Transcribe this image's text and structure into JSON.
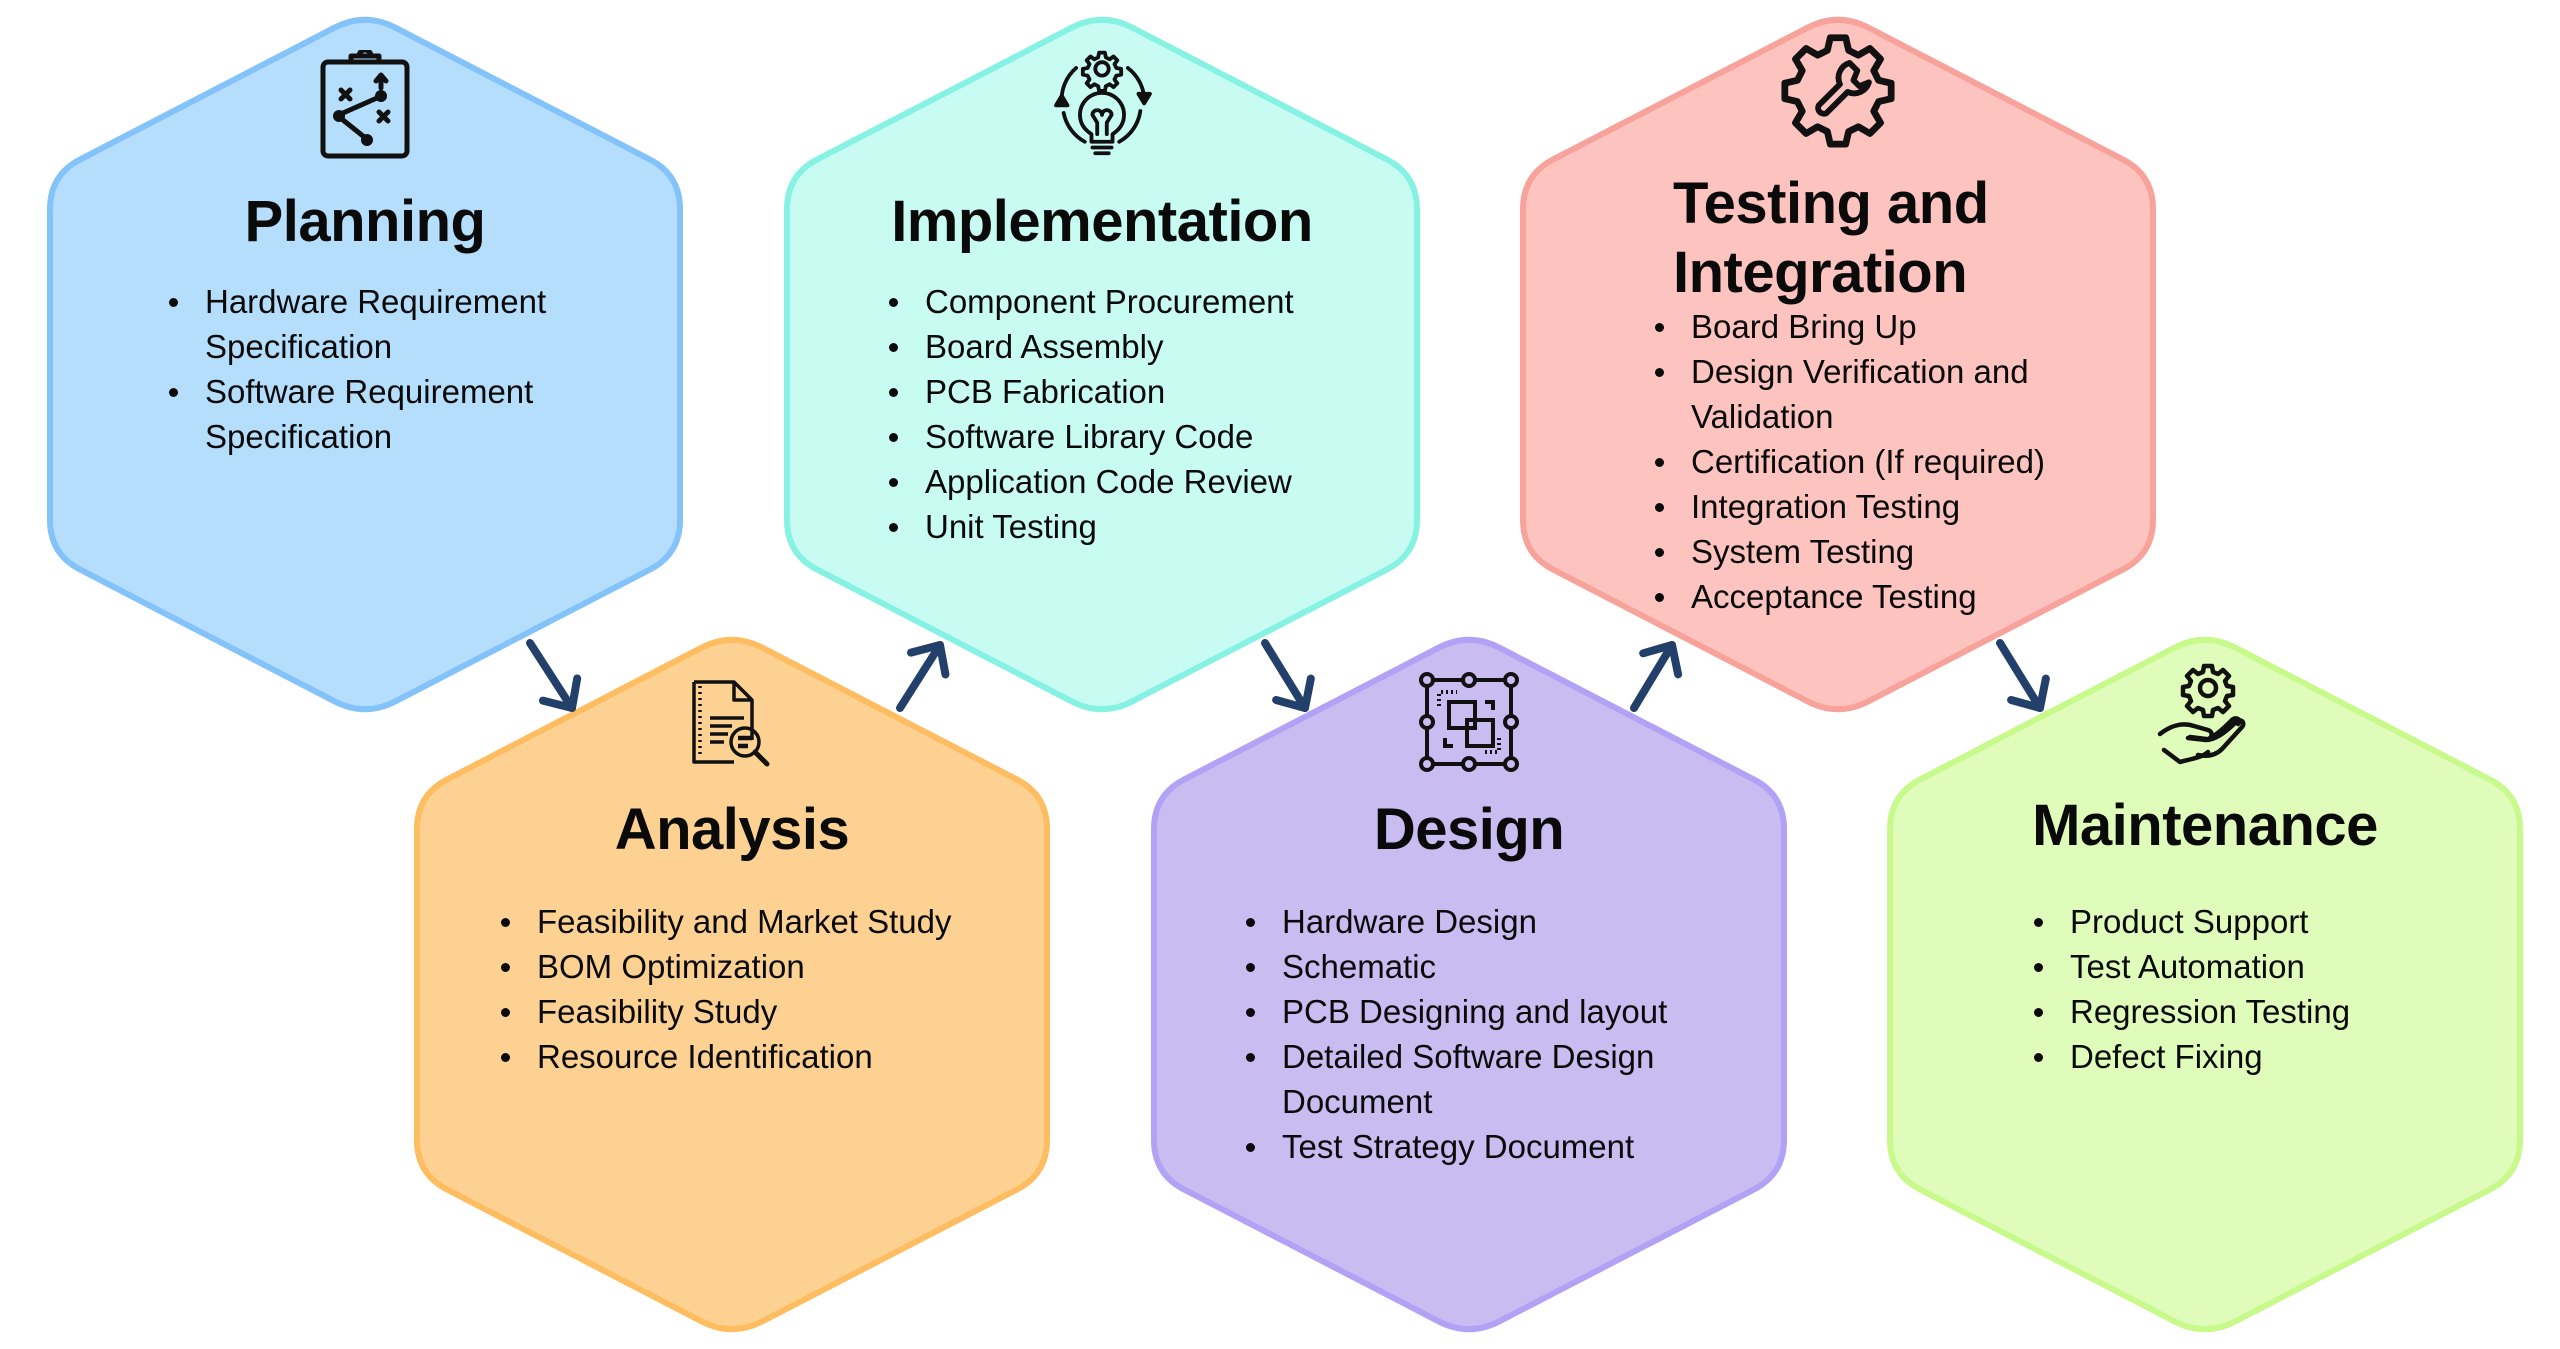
{
  "diagram": {
    "type": "hexagon process flow",
    "arrow_color": "#23406b",
    "stages": [
      {
        "id": "planning",
        "title": "Planning",
        "icon": "clipboard-strategy-icon",
        "fill": "#b5ddfc",
        "stroke": "#84c3fa",
        "items": [
          "Hardware Requirement Specification",
          "Software Requirement Specification"
        ]
      },
      {
        "id": "analysis",
        "title": "Analysis",
        "icon": "document-search-icon",
        "fill": "#fcd192",
        "stroke": "#fdbd60",
        "items": [
          "Feasibility and Market Study",
          "BOM Optimization",
          "Feasibility Study",
          "Resource Identification"
        ]
      },
      {
        "id": "implementation",
        "title": "Implementation",
        "icon": "gear-lightbulb-cycle-icon",
        "fill": "#c8fcf3",
        "stroke": "#86f2e4",
        "items": [
          "Component Procurement",
          "Board Assembly",
          "PCB Fabrication",
          "Software Library Code",
          "Application Code Review",
          "Unit Testing"
        ]
      },
      {
        "id": "design",
        "title": "Design",
        "icon": "design-frame-icon",
        "fill": "#c8bcf1",
        "stroke": "#b2a2f6",
        "items": [
          "Hardware Design",
          "Schematic",
          "PCB Designing and layout",
          "Detailed Software Design Document",
          "Test Strategy Document"
        ]
      },
      {
        "id": "testing",
        "title_line1": "Testing and",
        "title_line2": "Integration",
        "icon": "gear-wrench-icon",
        "fill": "#fdc3bf",
        "stroke": "#f8a29c",
        "items": [
          "Board Bring Up",
          "Design Verification and Validation",
          "Certification (If required)",
          "Integration Testing",
          "System Testing",
          "Acceptance Testing"
        ]
      },
      {
        "id": "maintenance",
        "title": "Maintenance",
        "icon": "hand-gear-icon",
        "fill": "#dffcbb",
        "stroke": "#c8f98b",
        "items": [
          "Product Support",
          "Test Automation",
          "Regression Testing",
          "Defect Fixing"
        ]
      }
    ],
    "flow": [
      "Planning",
      "Analysis",
      "Implementation",
      "Design",
      "Testing and Integration",
      "Maintenance"
    ]
  }
}
